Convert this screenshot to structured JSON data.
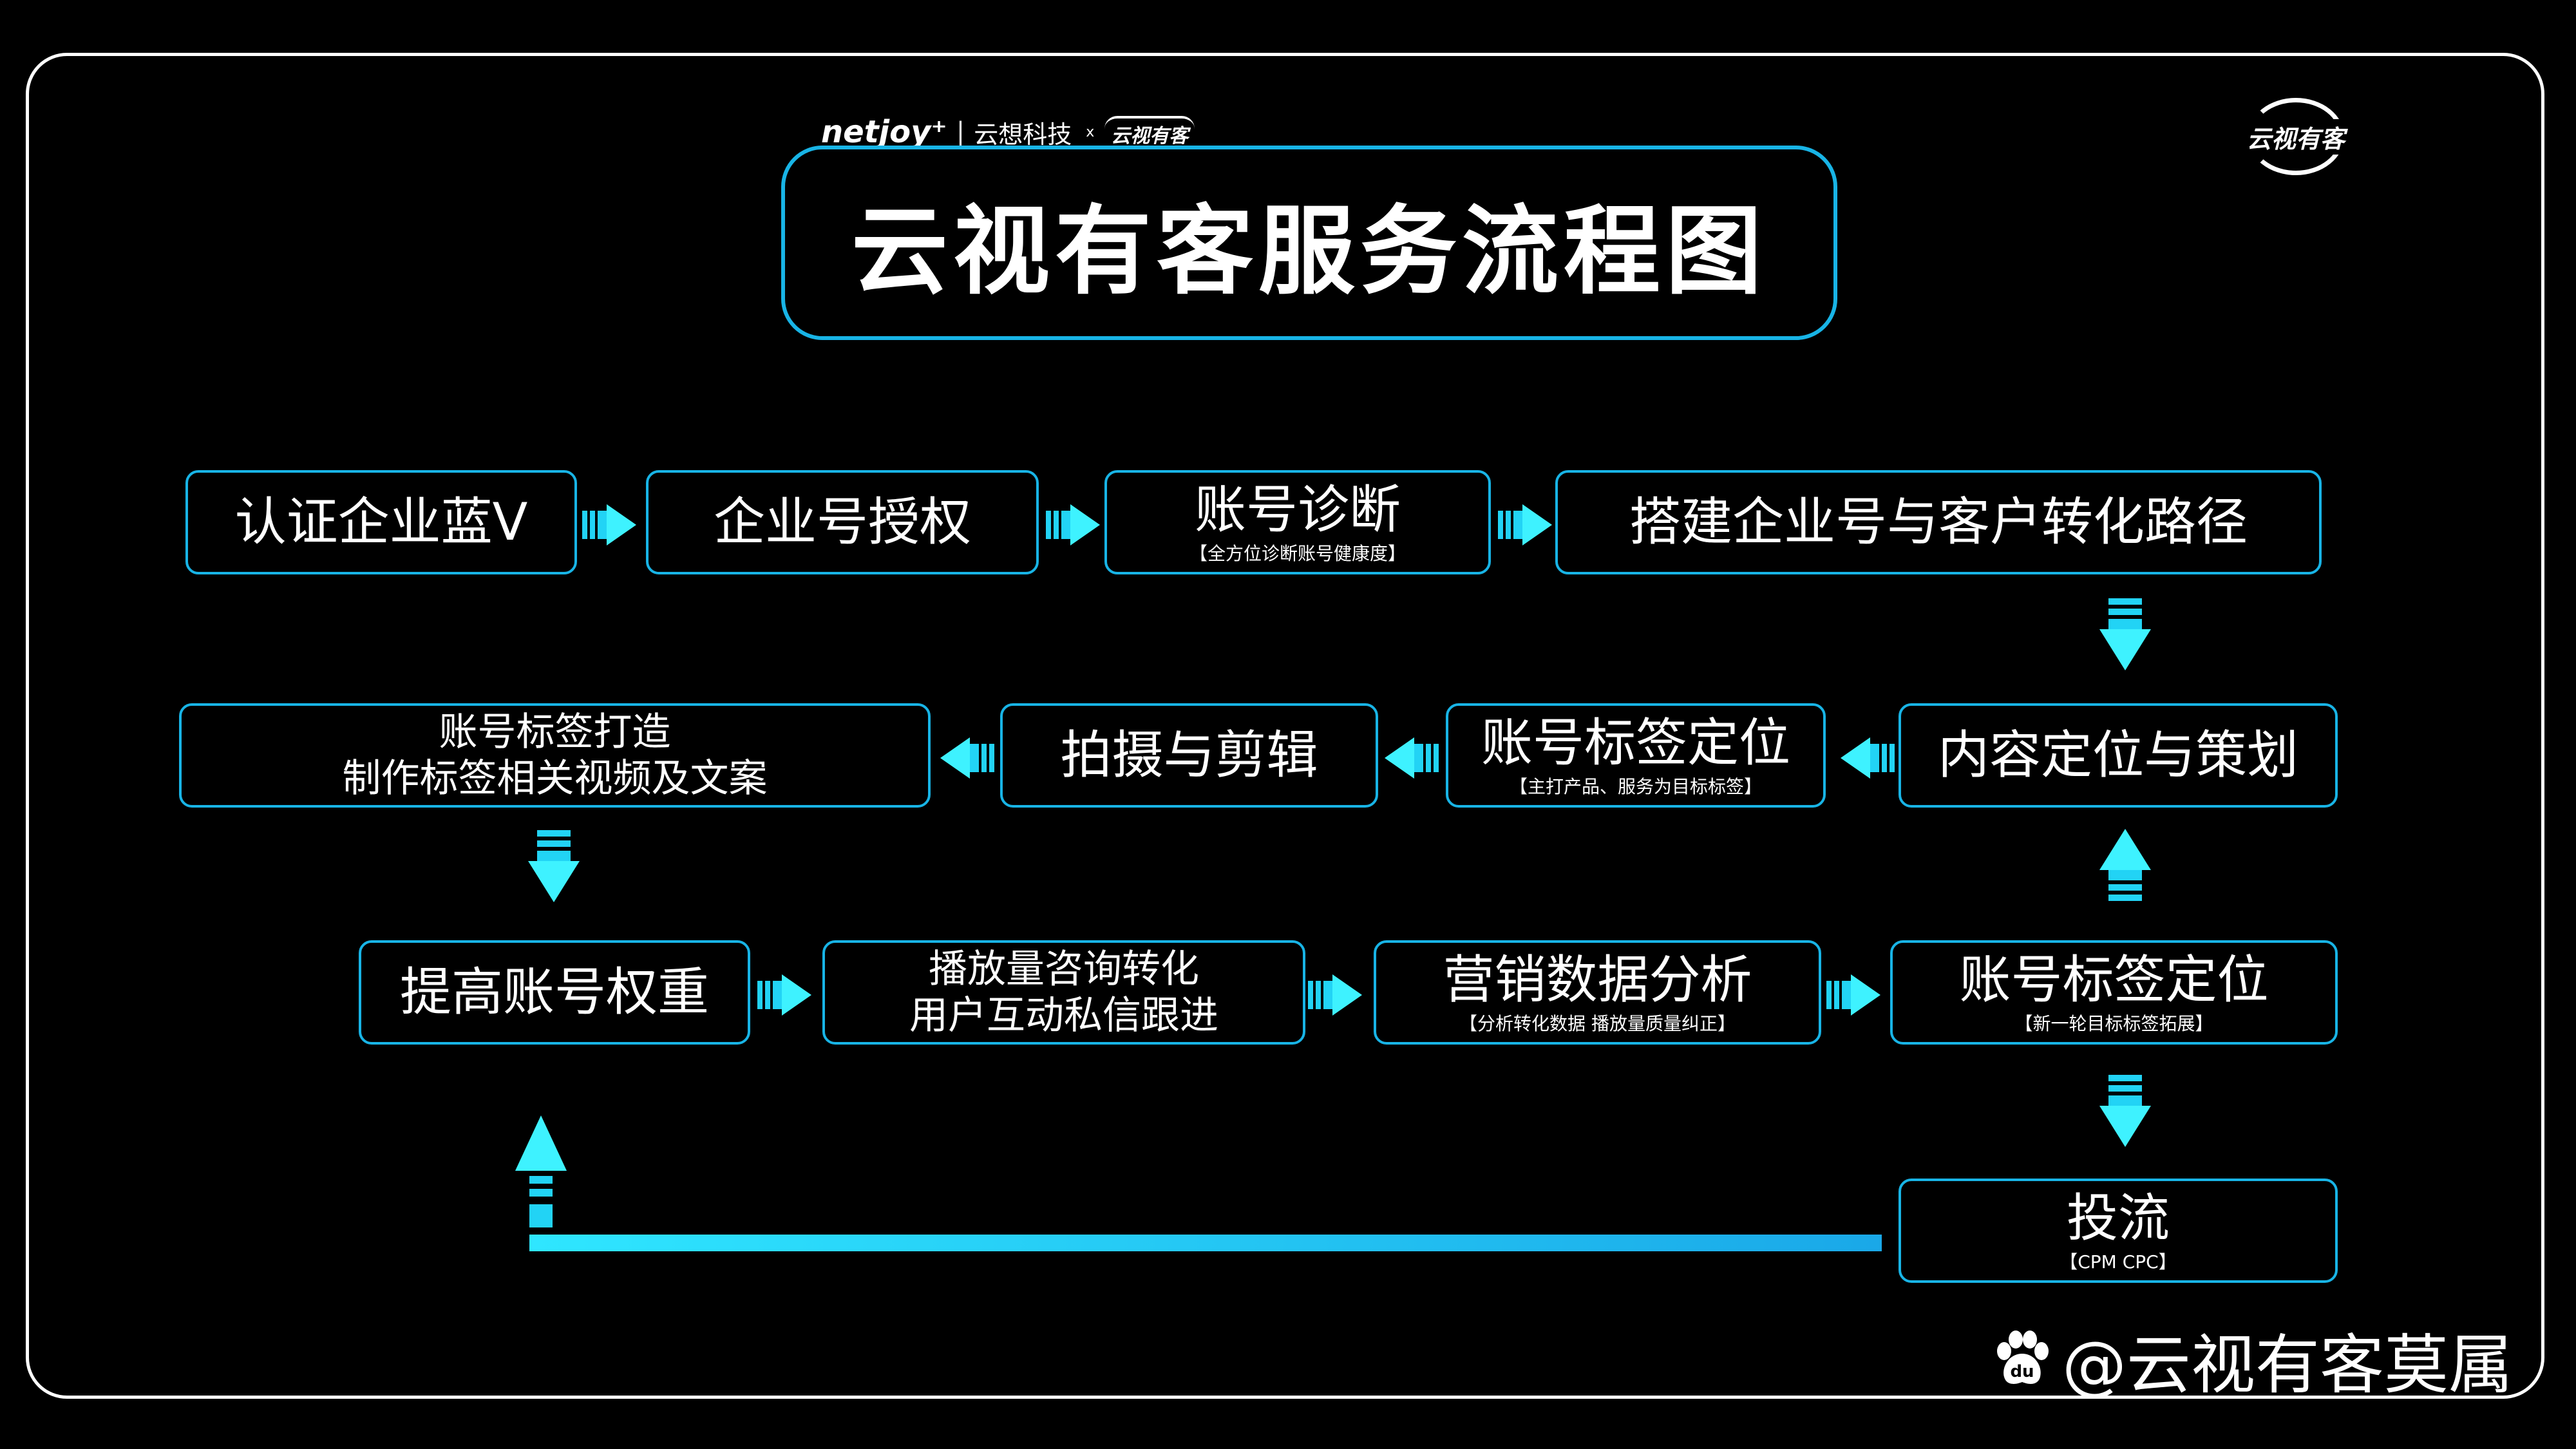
{
  "header": {
    "brand_netjoy": "netjoy⁺",
    "brand_sep": "|",
    "brand_company": "云想科技",
    "brand_x": "x",
    "brand_small": "云视有客",
    "brand_right": "云视有客"
  },
  "title": "云视有客服务流程图",
  "steps": {
    "s1": {
      "main": "认证企业蓝V"
    },
    "s2": {
      "main": "企业号授权"
    },
    "s3": {
      "main": "账号诊断",
      "sub": "【全方位诊断账号健康度】"
    },
    "s4": {
      "main": "搭建企业号与客户转化路径"
    },
    "s5": {
      "main": "内容定位与策划"
    },
    "s6": {
      "main": "账号标签定位",
      "sub": "【主打产品、服务为目标标签】"
    },
    "s7": {
      "main": "拍摄与剪辑"
    },
    "s8": {
      "line1": "账号标签打造",
      "line2": "制作标签相关视频及文案"
    },
    "s9": {
      "main": "提高账号权重"
    },
    "s10": {
      "line1": "播放量咨询转化",
      "line2": "用户互动私信跟进"
    },
    "s11": {
      "main": "营销数据分析",
      "sub": "【分析转化数据  播放量质量纠正】"
    },
    "s12": {
      "main": "账号标签定位",
      "sub": "【新一轮目标标签拓展】"
    },
    "s13": {
      "main": "投流",
      "sub": "【CPM  CPC】"
    }
  },
  "watermark": "@云视有客莫属",
  "colors": {
    "accent": "#18b4e6",
    "arrow": "#22d3f5",
    "background": "#000000",
    "text": "#ffffff"
  },
  "icons": {
    "arrow": "arrow-icon",
    "watermark": "paw-icon"
  }
}
